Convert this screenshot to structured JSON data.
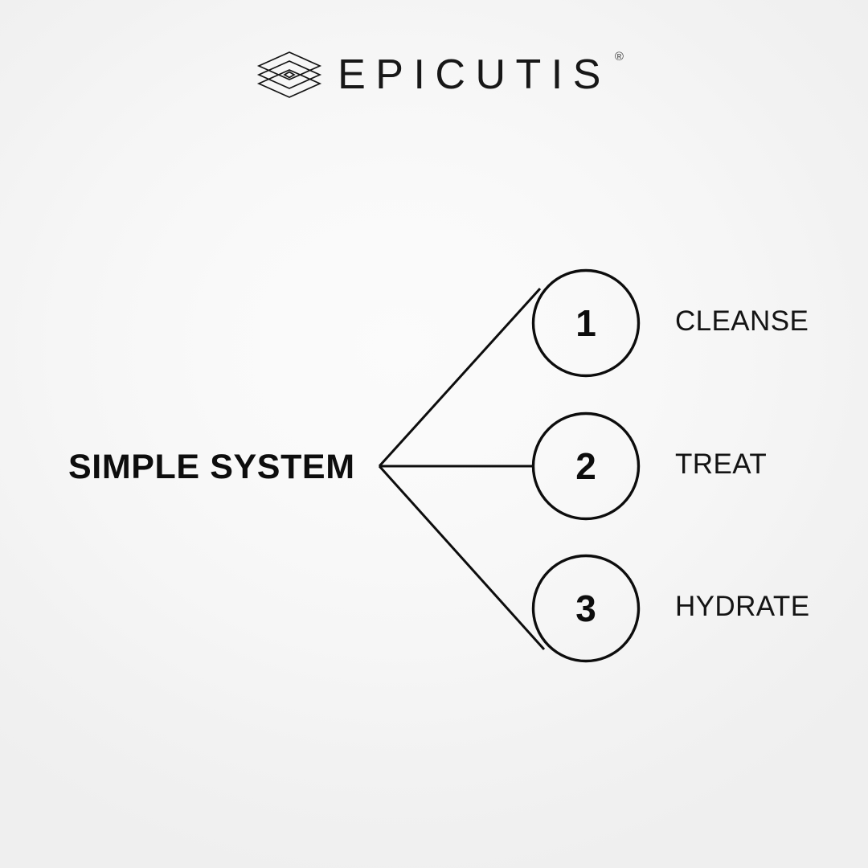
{
  "brand": {
    "mark_icon": "stacked-layers-diamond-icon",
    "wordmark": "EPICUTIS",
    "registered_symbol": "®"
  },
  "diagram": {
    "type": "tree",
    "root_label": "SIMPLE SYSTEM",
    "nodes": [
      {
        "number": "1",
        "label": "CLEANSE"
      },
      {
        "number": "2",
        "label": "TREAT"
      },
      {
        "number": "3",
        "label": "HYDRATE"
      }
    ]
  },
  "colors": {
    "ink": "#0d0d0d",
    "background_center": "#fbfbfb",
    "background_edge": "#efefef"
  }
}
